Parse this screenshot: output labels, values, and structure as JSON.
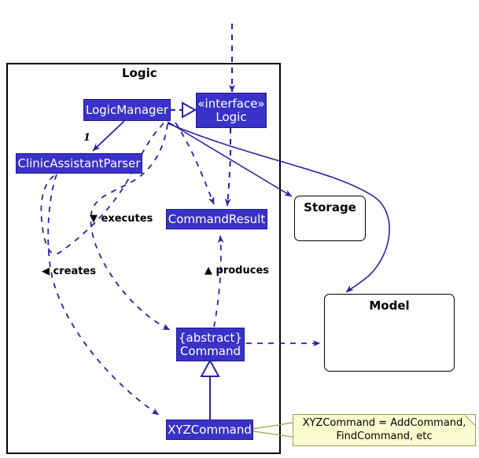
{
  "diagram": {
    "title": "Logic",
    "accent_blue": "#3a32c8",
    "note_yellow": "#fbfbd0",
    "note_border": "#a0a04a",
    "line_color": "#2a22a8"
  },
  "package": {
    "label": "Logic"
  },
  "classes": {
    "logic_manager": {
      "label": "LogicManager"
    },
    "logic_interface": {
      "stereotype": "«interface»",
      "label": "Logic"
    },
    "clinic_assistant_parser": {
      "label": "ClinicAssistantParser"
    },
    "command_result": {
      "label": "CommandResult"
    },
    "command": {
      "stereotype": "{abstract}",
      "label": "Command"
    },
    "xyz_command": {
      "label": "XYZCommand"
    }
  },
  "components": {
    "storage": {
      "label": "Storage"
    },
    "model": {
      "label": "Model"
    }
  },
  "note": {
    "line1": "XYZCommand = AddCommand,",
    "line2": "FindCommand, etc"
  },
  "edge_labels": {
    "executes": "▼ executes",
    "creates": "◀ creates",
    "produces": "▲ produces",
    "multiplicity_one": "1"
  }
}
